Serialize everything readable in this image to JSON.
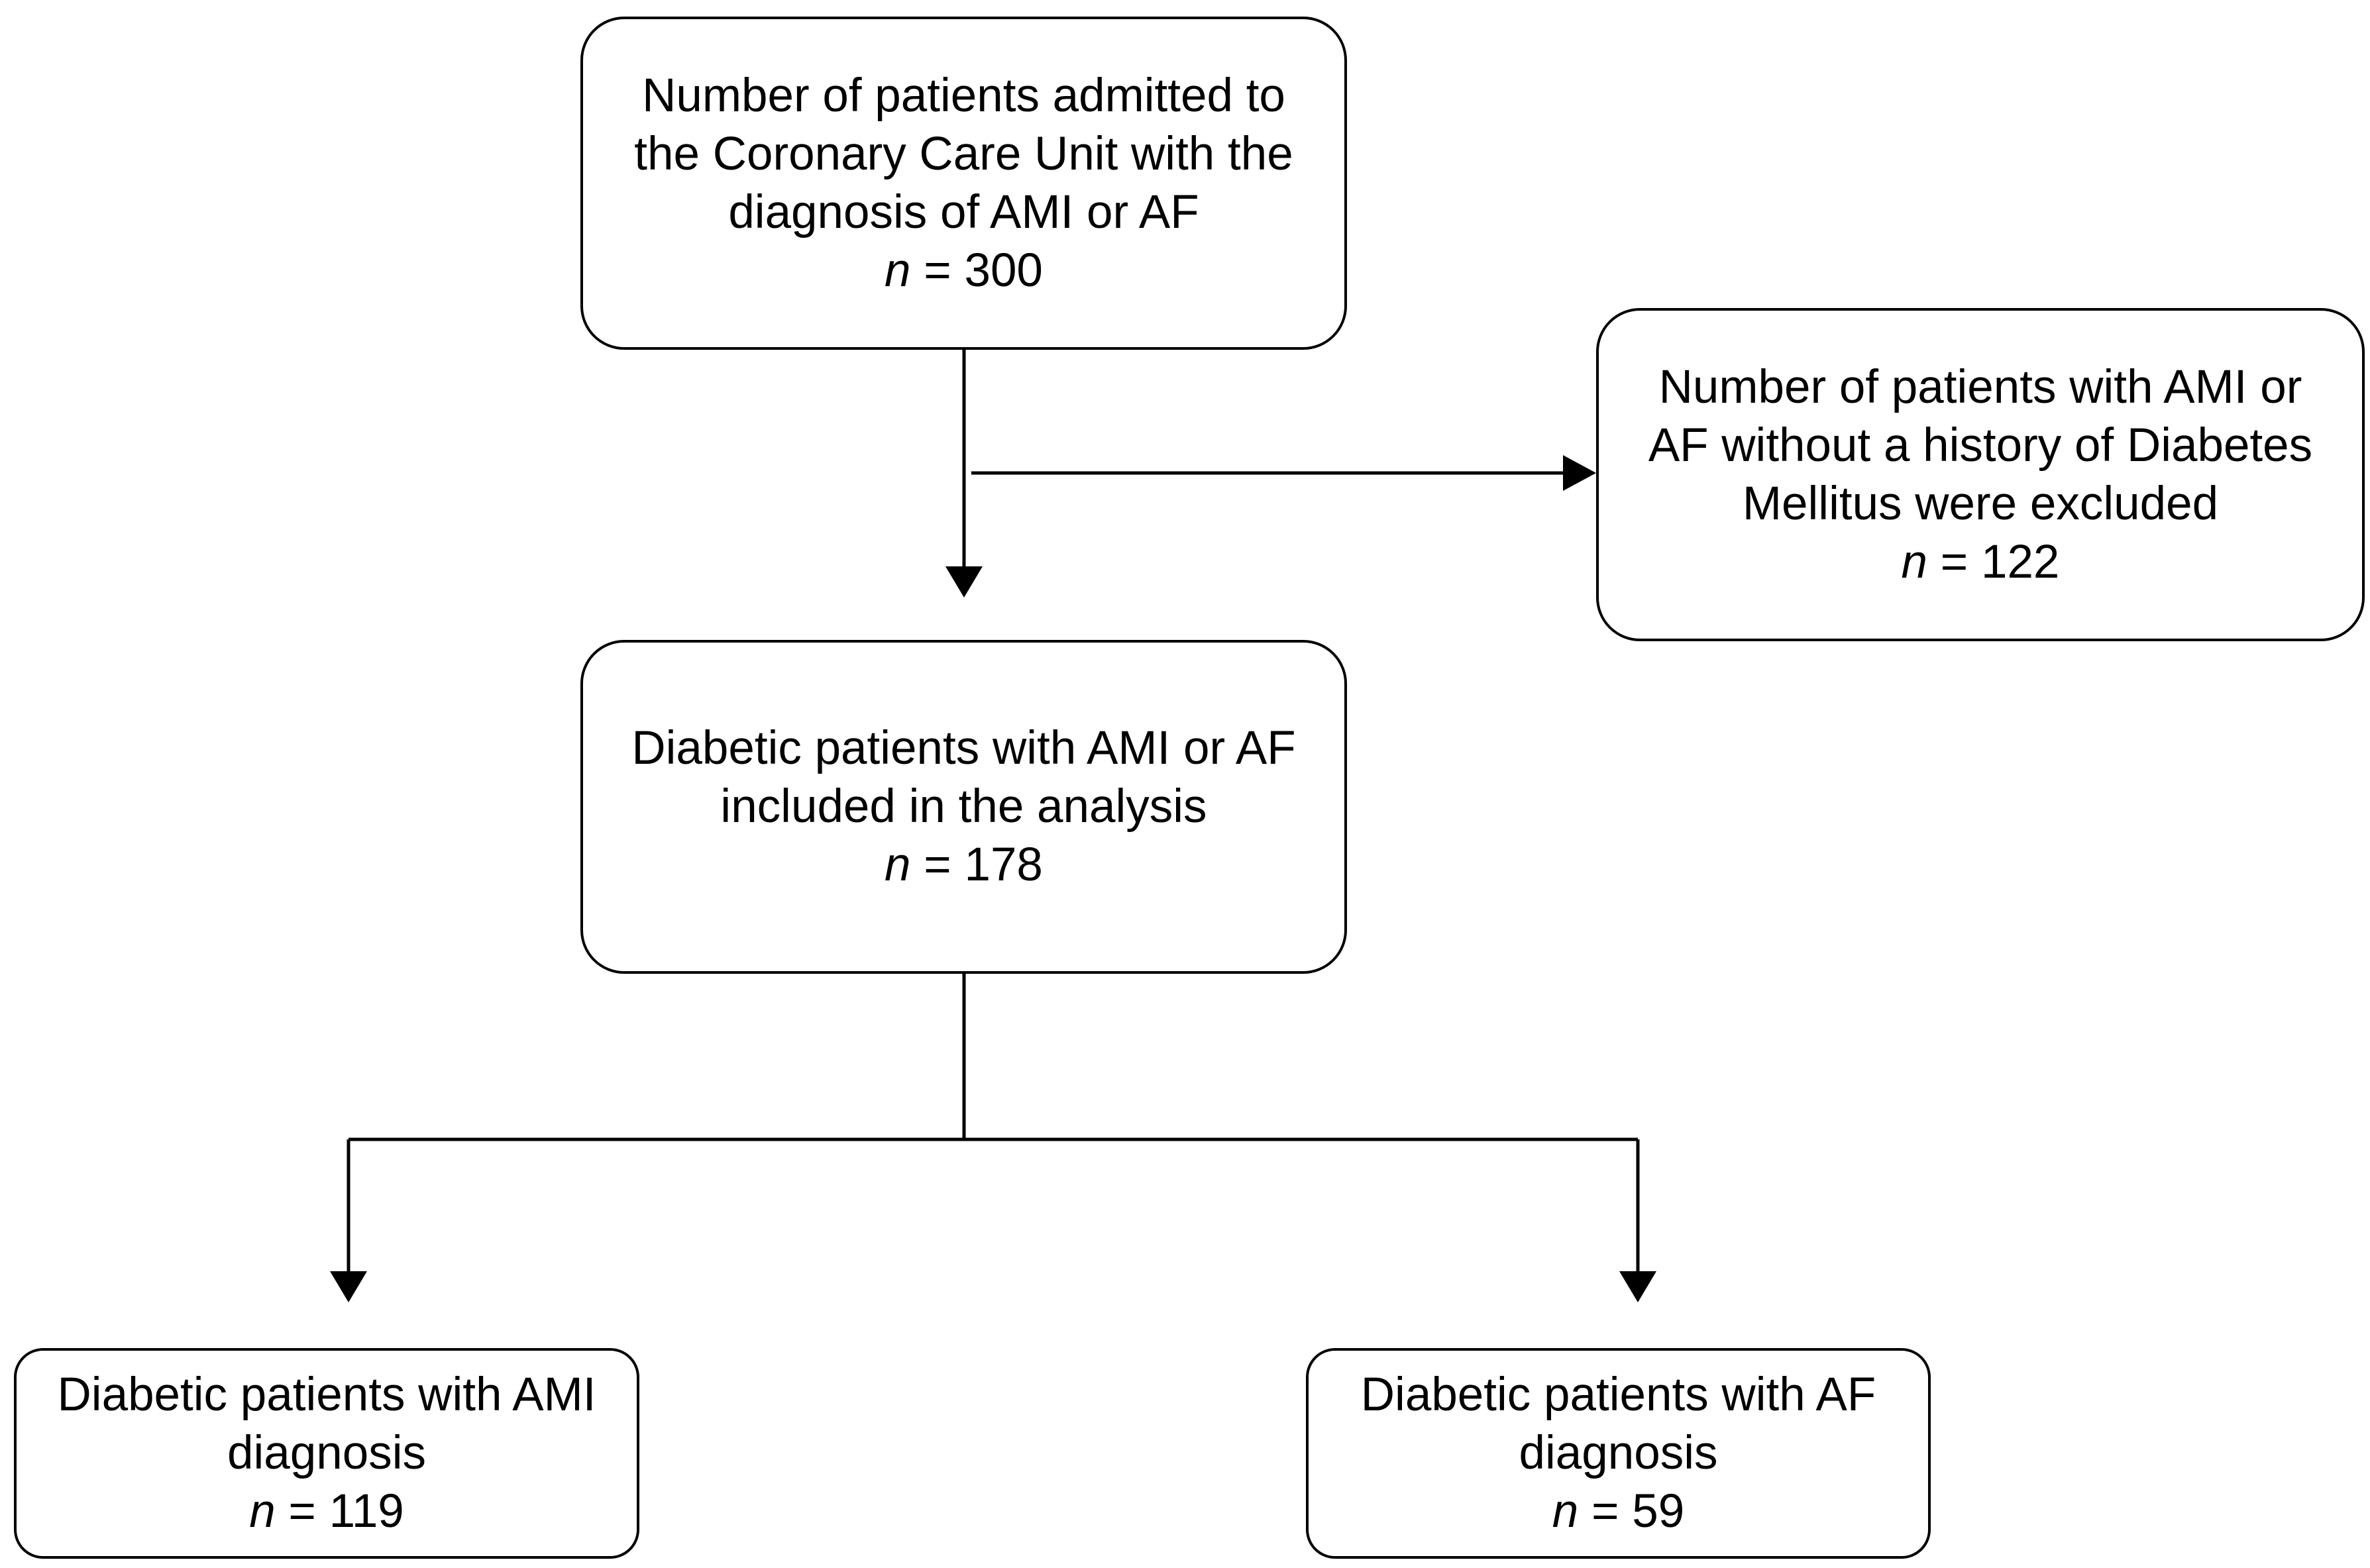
{
  "nodes": {
    "admitted": {
      "lines": [
        "Number of patients admitted to",
        "the Coronary Care Unit with the",
        "diagnosis of AMI or AF"
      ],
      "n_label": "n",
      "n_value": " = 300"
    },
    "excluded": {
      "lines": [
        "Number of patients with AMI or",
        "AF without a history of Diabetes",
        "Mellitus were excluded"
      ],
      "n_label": "n",
      "n_value": " = 122"
    },
    "included": {
      "lines": [
        "Diabetic patients with AMI or AF",
        "included in the analysis"
      ],
      "n_label": "n",
      "n_value": " = 178"
    },
    "ami": {
      "lines": [
        "Diabetic patients with AMI",
        "diagnosis"
      ],
      "n_label": "n",
      "n_value": " = 119"
    },
    "af": {
      "lines": [
        "Diabetic patients with AF",
        "diagnosis"
      ],
      "n_label": "n",
      "n_value": " = 59"
    }
  },
  "colors": {
    "stroke": "#000000",
    "background": "#ffffff"
  }
}
